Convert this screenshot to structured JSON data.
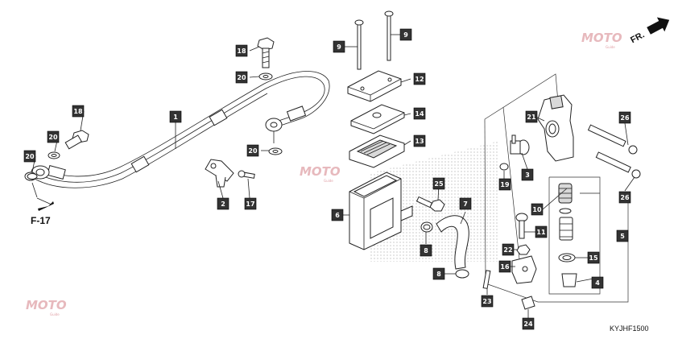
{
  "callouts": [
    {
      "label": "1"
    },
    {
      "label": "2"
    },
    {
      "label": "3"
    },
    {
      "label": "4"
    },
    {
      "label": "5"
    },
    {
      "label": "6"
    },
    {
      "label": "7"
    },
    {
      "label": "8"
    },
    {
      "label": "8"
    },
    {
      "label": "9"
    },
    {
      "label": "9"
    },
    {
      "label": "10"
    },
    {
      "label": "11"
    },
    {
      "label": "12"
    },
    {
      "label": "13"
    },
    {
      "label": "14"
    },
    {
      "label": "15"
    },
    {
      "label": "16"
    },
    {
      "label": "17"
    },
    {
      "label": "18"
    },
    {
      "label": "18"
    },
    {
      "label": "19"
    },
    {
      "label": "20"
    },
    {
      "label": "20"
    },
    {
      "label": "20"
    },
    {
      "label": "20"
    },
    {
      "label": "21"
    },
    {
      "label": "22"
    },
    {
      "label": "23"
    },
    {
      "label": "24"
    },
    {
      "label": "25"
    },
    {
      "label": "26"
    },
    {
      "label": "26"
    }
  ],
  "reference_label": "F-17",
  "direction_label": "FR.",
  "diagram_code": "KYJHF1500",
  "watermark": {
    "text": "MOTO",
    "sub": "Guide"
  },
  "colors": {
    "callout_fill": "#333333",
    "line": "#222222",
    "watermark": "#e7b9bd"
  }
}
